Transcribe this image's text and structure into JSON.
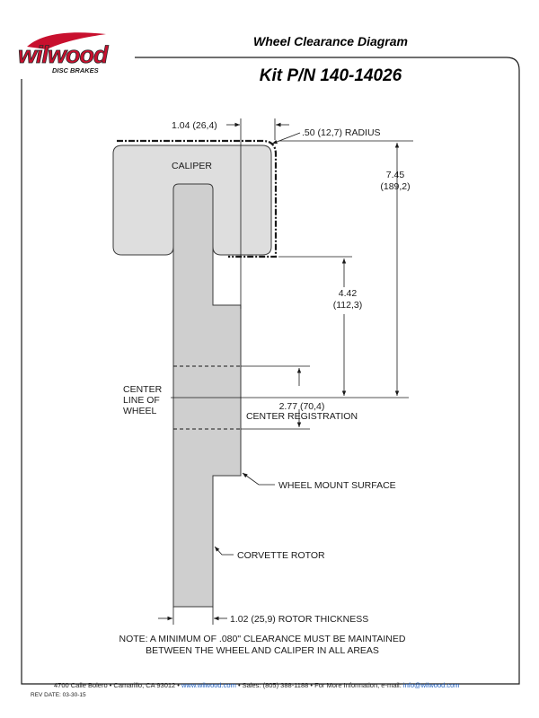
{
  "brand": {
    "name": "wilwood",
    "tagline": "DISC BRAKES",
    "color": "#c8102e"
  },
  "header": {
    "title": "Wheel Clearance Diagram",
    "kit": "Kit P/N 140-14026"
  },
  "diagram": {
    "caliper_label": "CALIPER",
    "dim_top_width": "1.04 (26,4)",
    "radius": ".50 (12,7) RADIUS",
    "dim_overall_1": "7.45",
    "dim_overall_2": "(189,2)",
    "dim_mount_1": "4.42",
    "dim_mount_2": "(112,3)",
    "center_line_1": "CENTER",
    "center_line_2": "LINE OF",
    "center_line_3": "WHEEL",
    "center_reg_1": "2.77 (70,4)",
    "center_reg_2": "CENTER REGISTRATION",
    "wheel_mount": "WHEEL MOUNT SURFACE",
    "rotor": "CORVETTE ROTOR",
    "rotor_thickness": "1.02 (25,9) ROTOR THICKNESS"
  },
  "note": {
    "line1": "NOTE: A MINIMUM OF .080\" CLEARANCE MUST BE MAINTAINED",
    "line2": "BETWEEN THE WHEEL AND CALIPER IN ALL AREAS"
  },
  "footer": {
    "address": "4700 Calle Bolero • Camarillo, CA 93012 • ",
    "website": "www.wilwood.com",
    "sales": " • Sales: (805) 388-1188 • For More Information, e-mail: ",
    "email": "info@wilwood.com",
    "rev_date": "REV DATE:  03-30-15",
    "link_color": "#1f5fbf"
  }
}
